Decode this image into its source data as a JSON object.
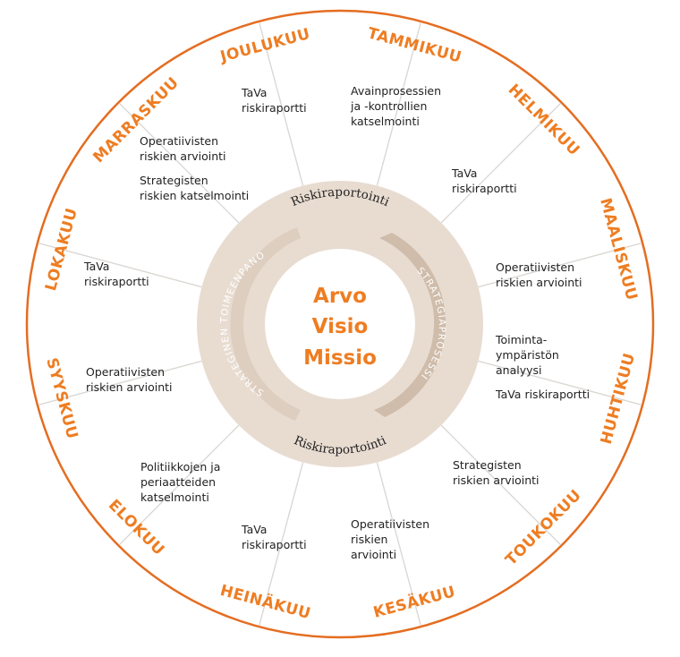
{
  "colors": {
    "accent": "#ee7d22",
    "outline": "#e46d21",
    "divider": "#d9d5d1",
    "ring": "#e8dcd1",
    "arc": "#cfbcaa",
    "text": "#222222"
  },
  "center": {
    "lines": [
      "Arvo",
      "Visio",
      "Missio"
    ]
  },
  "ring": {
    "top_label": "Riskiraportointi",
    "bottom_label": "Riskiraportointi",
    "left_arc_label": "STRATEGINEN TOIMEENPANO",
    "right_arc_label": "STRATEGIAPROSESSI"
  },
  "months": [
    {
      "name": "TAMMIKUU",
      "items": [
        "Avainprosessien",
        "ja -kontrollien",
        "katselmointi"
      ]
    },
    {
      "name": "HELMIKUU",
      "items": [
        "TaVa",
        "riskiraportti"
      ]
    },
    {
      "name": "MAALISKUU",
      "items": [
        "Operatiivisten",
        "riskien arviointi"
      ]
    },
    {
      "name": "HUHTIKUU",
      "items": [
        "Toiminta-",
        "ympäristön",
        "analyysi",
        "",
        "TaVa riskiraportti"
      ]
    },
    {
      "name": "TOUKOKUU",
      "items": [
        "Strategisten",
        "riskien arviointi"
      ]
    },
    {
      "name": "KESÄKUU",
      "items": [
        "Operatiivisten",
        "riskien",
        "arviointi"
      ]
    },
    {
      "name": "HEINÄKUU",
      "items": [
        "TaVa",
        "riskiraportti"
      ]
    },
    {
      "name": "ELOKUU",
      "items": [
        "Politiikkojen ja",
        "periaatteiden",
        "katselmointi"
      ]
    },
    {
      "name": "SYYSKUU",
      "items": [
        "Operatiivisten",
        "riskien arviointi"
      ]
    },
    {
      "name": "LOKAKUU",
      "items": [
        "TaVa",
        "riskiraportti"
      ]
    },
    {
      "name": "MARRASKUU",
      "items": [
        "Operatiivisten",
        "riskien arviointi",
        "",
        "Strategisten",
        "riskien katselmointi"
      ]
    },
    {
      "name": "JOULUKUU",
      "items": [
        "TaVa",
        "riskiraportti"
      ]
    }
  ]
}
